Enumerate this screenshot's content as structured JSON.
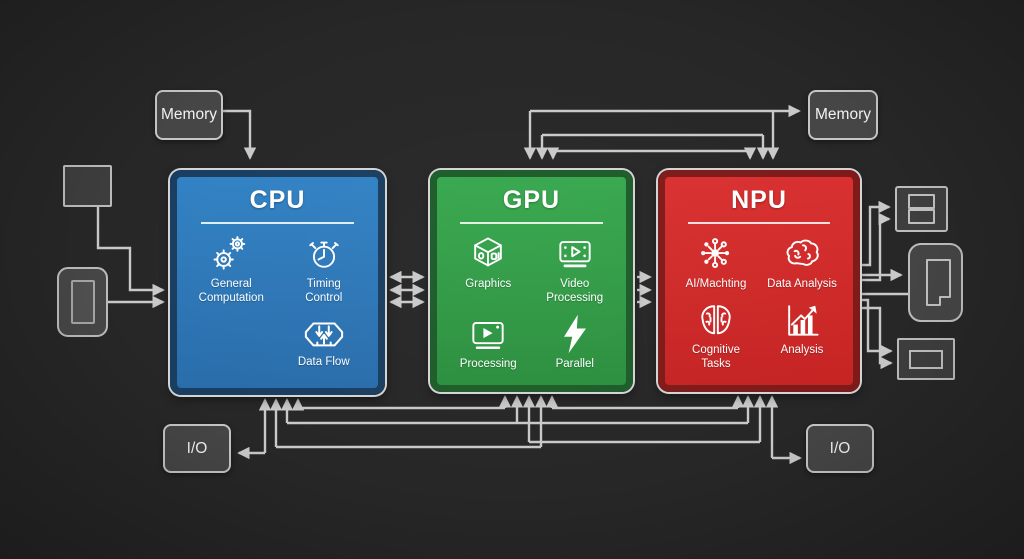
{
  "diagram": {
    "background": "#272727",
    "wire_color": "#c9c9c9",
    "blocks": {
      "cpu": {
        "title": "CPU",
        "fill": "#2e77b8",
        "border": "#1a3e61",
        "features": [
          {
            "icon": "gears-icon",
            "label": "General\nComputation"
          },
          {
            "icon": "stopwatch-icon",
            "label": "Timing\nControl"
          },
          {
            "icon": "data-flow-icon",
            "label": "Data Flow"
          }
        ]
      },
      "gpu": {
        "title": "GPU",
        "fill": "#31a04a",
        "border": "#1e5c2a",
        "features": [
          {
            "icon": "cube-icon",
            "label": "Graphics"
          },
          {
            "icon": "video-screen-icon",
            "label": "Video\nProcessing"
          },
          {
            "icon": "media-player-icon",
            "label": "Processing"
          },
          {
            "icon": "lightning-icon",
            "label": "Parallel"
          }
        ]
      },
      "npu": {
        "title": "NPU",
        "fill": "#d32a2a",
        "border": "#7e1a1a",
        "features": [
          {
            "icon": "neural-network-icon",
            "label": "AI/Machting"
          },
          {
            "icon": "brain-icon",
            "label": "Data Analysis"
          },
          {
            "icon": "split-brain-icon",
            "label": "Cognitive\nTasks"
          },
          {
            "icon": "bar-chart-icon",
            "label": "Analysis"
          }
        ]
      }
    },
    "peripherals": {
      "memory_left": "Memory",
      "memory_right": "Memory",
      "io_left": "I/O",
      "io_right": "I/O"
    }
  }
}
